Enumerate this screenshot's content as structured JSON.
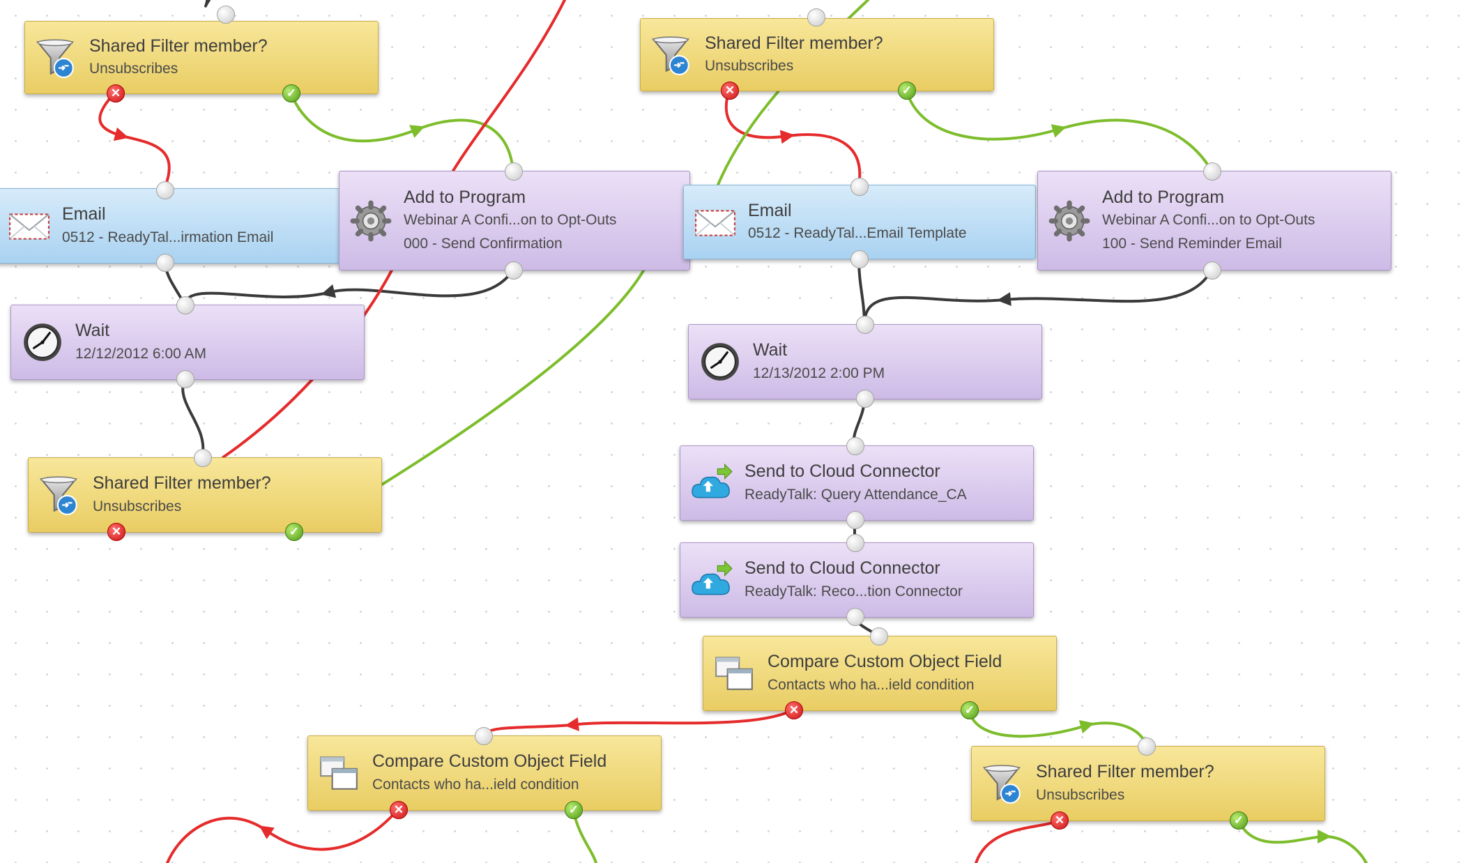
{
  "canvas": {
    "colors": {
      "filter": "#f3dd85",
      "email": "#bedff6",
      "program": "#ddd0ee",
      "line_yes": "#7dbd2c",
      "line_no": "#e52b2b",
      "line_flow": "#3a3a3a"
    },
    "nodes": [
      {
        "id": "filter-1",
        "type": "filter",
        "icon": "filter-funnel-icon",
        "title": "Shared Filter member?",
        "lines": [
          "Unsubscribes"
        ]
      },
      {
        "id": "filter-2",
        "type": "filter",
        "icon": "filter-funnel-icon",
        "title": "Shared Filter member?",
        "lines": [
          "Unsubscribes"
        ]
      },
      {
        "id": "email-1",
        "type": "email",
        "icon": "envelope-icon",
        "title": "Email",
        "lines": [
          "0512 - ReadyTal...irmation Email"
        ]
      },
      {
        "id": "program-1",
        "type": "program",
        "icon": "gear-icon",
        "title": "Add to Program",
        "lines": [
          "Webinar A Confi...on to Opt-Outs",
          "000 - Send Confirmation"
        ]
      },
      {
        "id": "email-2",
        "type": "email",
        "icon": "envelope-icon",
        "title": "Email",
        "lines": [
          "0512 - ReadyTal...Email Template"
        ]
      },
      {
        "id": "program-2",
        "type": "program",
        "icon": "gear-icon",
        "title": "Add to Program",
        "lines": [
          "Webinar A Confi...on to Opt-Outs",
          "100 - Send Reminder Email"
        ]
      },
      {
        "id": "wait-1",
        "type": "wait",
        "icon": "clock-icon",
        "title": "Wait",
        "lines": [
          "12/12/2012 6:00 AM"
        ]
      },
      {
        "id": "wait-2",
        "type": "wait",
        "icon": "clock-icon",
        "title": "Wait",
        "lines": [
          "12/13/2012 2:00 PM"
        ]
      },
      {
        "id": "filter-3",
        "type": "filter",
        "icon": "filter-funnel-icon",
        "title": "Shared Filter member?",
        "lines": [
          "Unsubscribes"
        ]
      },
      {
        "id": "cloud-1",
        "type": "cloud",
        "icon": "cloud-connector-icon",
        "title": "Send to Cloud Connector",
        "lines": [
          "ReadyTalk: Query Attendance_CA"
        ]
      },
      {
        "id": "cloud-2",
        "type": "cloud",
        "icon": "cloud-connector-icon",
        "title": "Send to Cloud Connector",
        "lines": [
          "ReadyTalk: Reco...tion Connector"
        ]
      },
      {
        "id": "compare-1",
        "type": "compare",
        "icon": "compare-windows-icon",
        "title": "Compare Custom Object Field",
        "lines": [
          "Contacts who ha...ield condition"
        ]
      },
      {
        "id": "compare-2",
        "type": "compare",
        "icon": "compare-windows-icon",
        "title": "Compare Custom Object Field",
        "lines": [
          "Contacts who ha...ield condition"
        ]
      },
      {
        "id": "filter-4",
        "type": "filter",
        "icon": "filter-funnel-icon",
        "title": "Shared Filter member?",
        "lines": [
          "Unsubscribes"
        ]
      }
    ]
  }
}
